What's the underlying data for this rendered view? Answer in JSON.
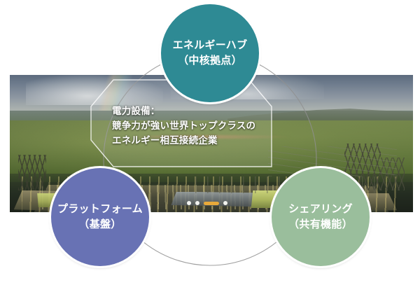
{
  "figure": {
    "kind": "concept-diagram",
    "background_photo_alt": "aerial photo of a large electrical substation on green grassland with transmission pylons, distant hills and a rainbow in the sky"
  },
  "center_panel": {
    "lines": [
      "電力設備：",
      "競争力が強い世界トップクラスの",
      "エネルギー相互接続企業"
    ],
    "line1": "電力設備：",
    "line2": "競争力が強い世界トップクラスの",
    "line3": "エネルギー相互接続企業"
  },
  "nodes": [
    {
      "id": "hub",
      "title": "エネルギーハブ",
      "subtitle": "（中核拠点）",
      "color": "#2e8a94",
      "position": "top"
    },
    {
      "id": "platform",
      "title": "プラットフォーム",
      "subtitle": "（基盤）",
      "color": "#6872b4",
      "position": "bottom-left"
    },
    {
      "id": "sharing",
      "title": "シェアリング",
      "subtitle": "（共有機能）",
      "color": "#9abe9c",
      "position": "bottom-right"
    }
  ],
  "colors": {
    "hub": "#2e8a94",
    "platform": "#6872b4",
    "sharing": "#9abe9c",
    "ring_stroke": "#8f8f8f",
    "panel_stroke": "#ffffff",
    "text": "#ffffff",
    "page_background": "#ffffff"
  }
}
